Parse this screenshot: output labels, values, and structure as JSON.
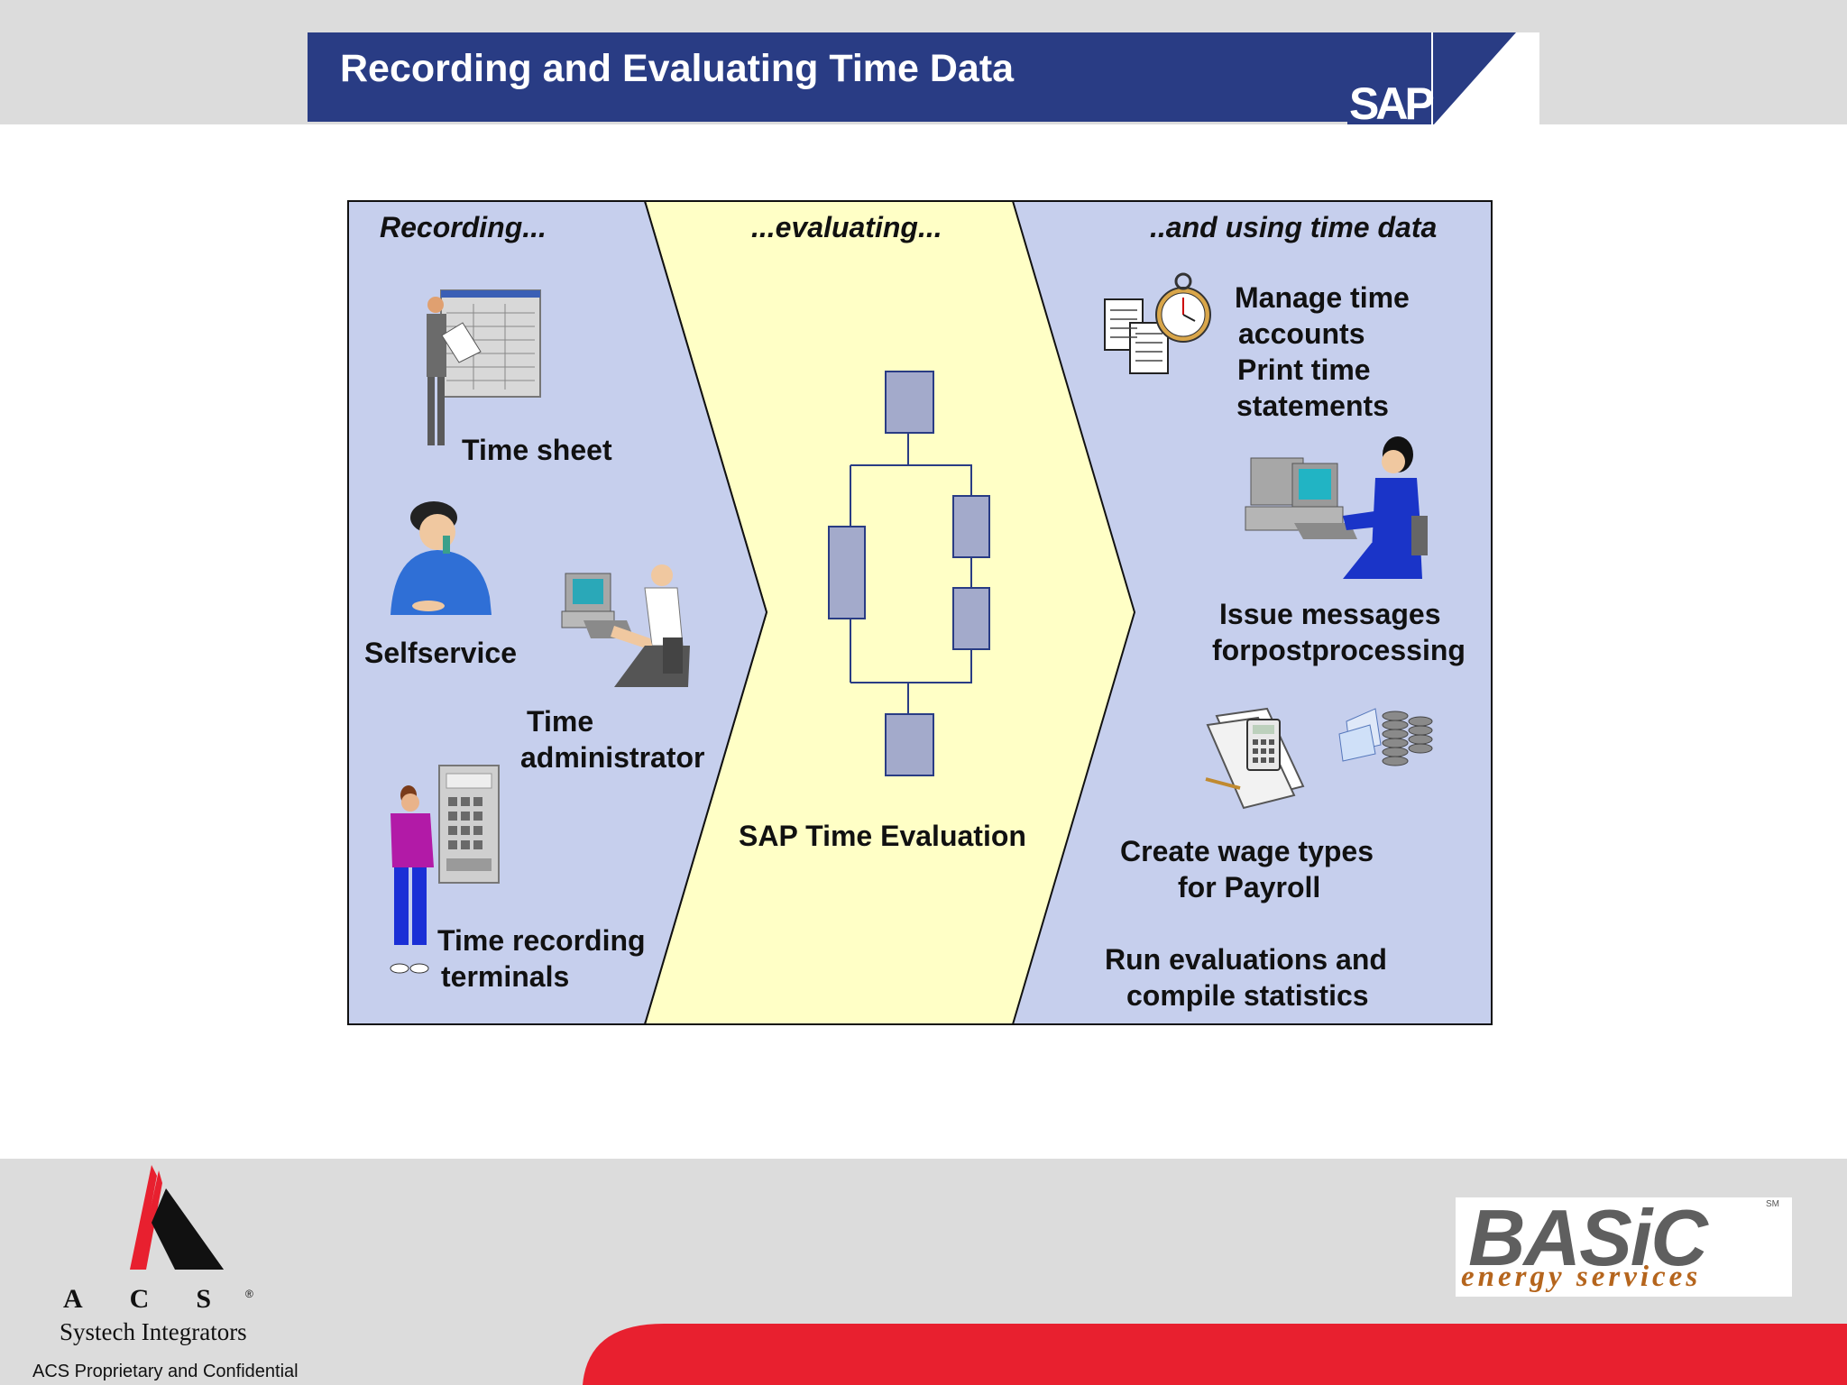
{
  "header": {
    "title": "Recording and Evaluating Time Data",
    "logo_text": "SAP"
  },
  "diagram": {
    "left": {
      "heading": "Recording...",
      "items": [
        {
          "label": "Time sheet",
          "icon": "presenter-timesheet-icon"
        },
        {
          "label": "Selfservice",
          "icon": "phone-user-icon"
        },
        {
          "label_line1": "Time",
          "label_line2": "administrator",
          "icon": "computer-user-icon"
        },
        {
          "label_line1": "Time recording",
          "label_line2": "terminals",
          "icon": "terminal-user-icon"
        }
      ]
    },
    "middle": {
      "heading": "...evaluating...",
      "label": "SAP Time Evaluation",
      "icon": "flowchart-icon"
    },
    "right": {
      "heading": "..and using time data",
      "items": [
        {
          "lines": [
            "Manage time",
            "accounts",
            "Print time",
            "statements"
          ],
          "icon": "stopwatch-documents-icon"
        },
        {
          "lines": [
            "Issue messages",
            "forpostprocessing"
          ],
          "icon": "computer-woman-icon"
        },
        {
          "lines": [
            "Create wage types",
            "for Payroll"
          ],
          "icon": "calculator-coins-icon"
        },
        {
          "lines": [
            "Run evaluations and",
            "compile statistics"
          ]
        }
      ]
    }
  },
  "footer": {
    "acs_letters": "ACS",
    "acs_reg": "®",
    "acs_subtitle": "Systech Integrators",
    "confidential": "ACS Proprietary and Confidential",
    "basic_word": "BASiC",
    "basic_sub": "energy services",
    "basic_sm": "SM"
  },
  "colors": {
    "title_bar": "#293c84",
    "panel_blue": "#c6cfed",
    "panel_yellow": "#ffffc6",
    "flow_box": "#a3aacb",
    "red_swoosh": "#e8202f",
    "band_gray": "#dcdcdc"
  }
}
